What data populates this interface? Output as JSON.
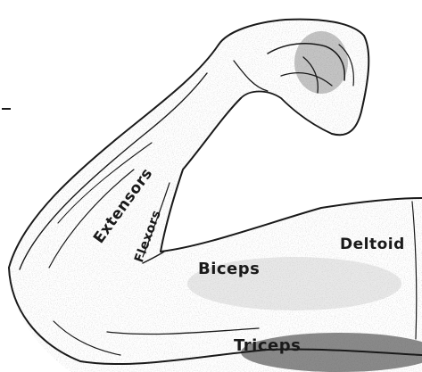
{
  "labels": {
    "extensors": "Extensors",
    "flexors": "Flexors",
    "biceps": "Biceps",
    "deltoid": "Deltoid",
    "triceps": "Triceps"
  },
  "colors": {
    "ink": "#1a1a1a",
    "background": "#ffffff",
    "shading": "#9a9a9a"
  }
}
